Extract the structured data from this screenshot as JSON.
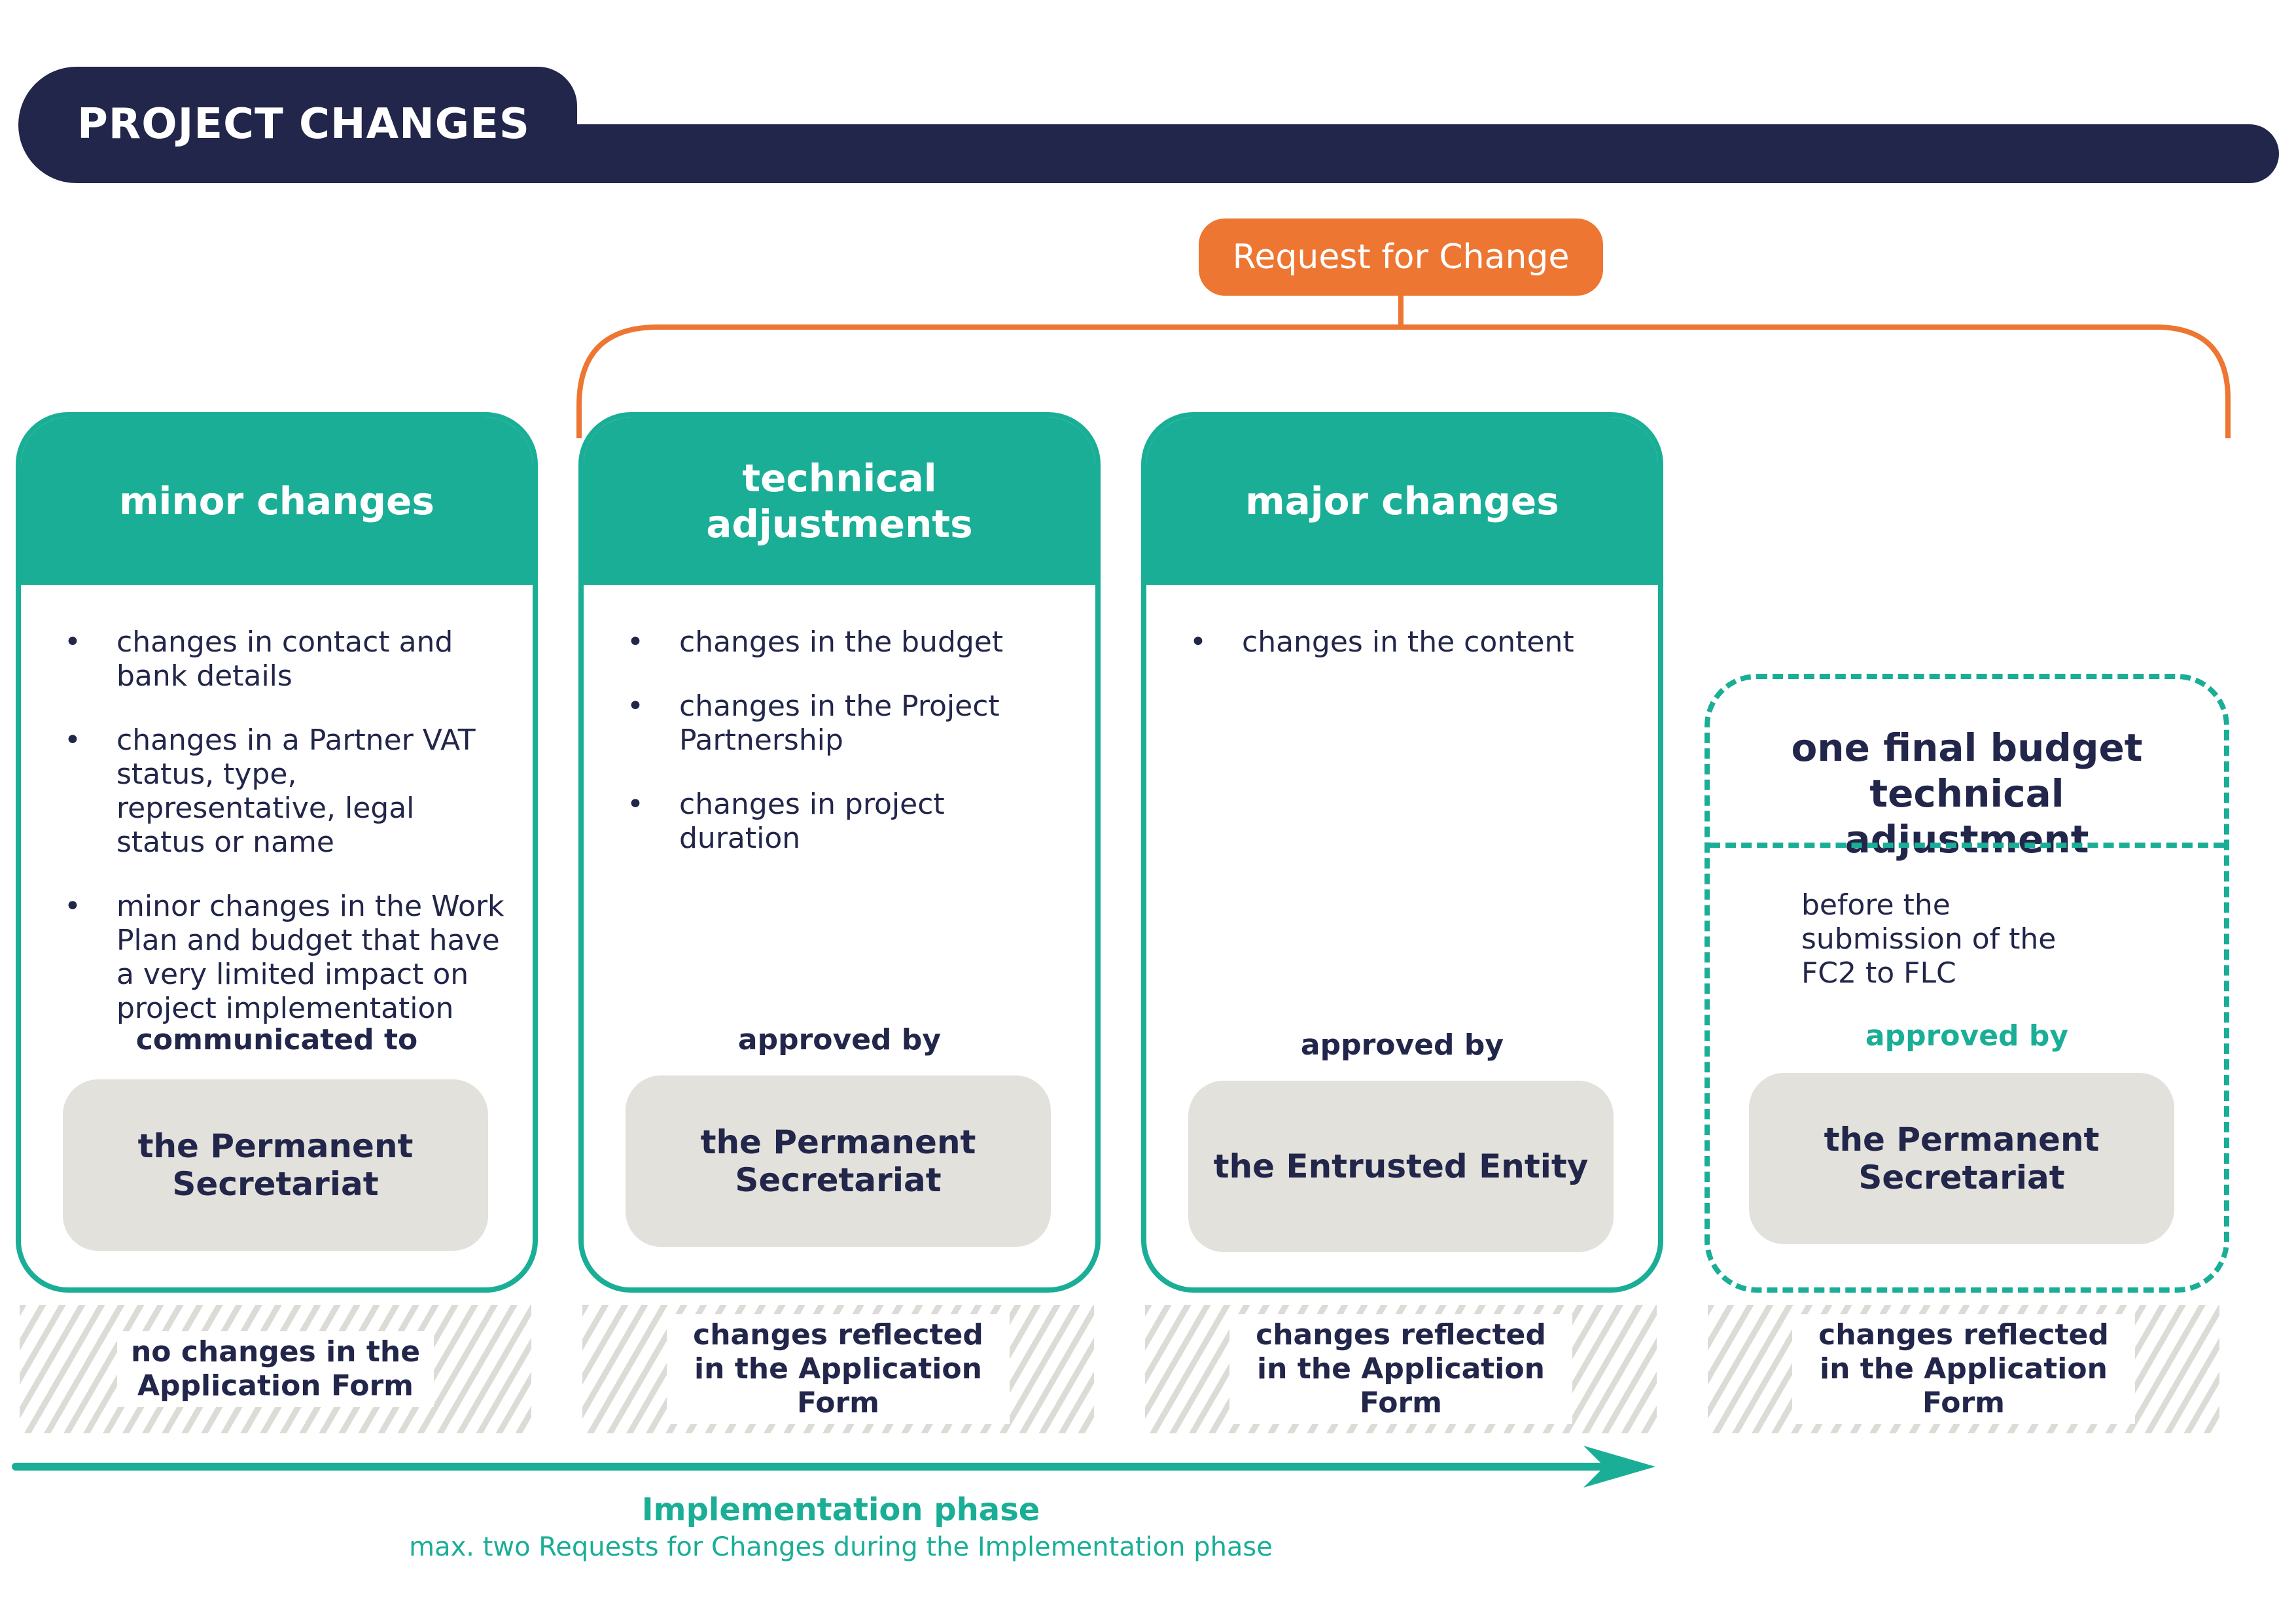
{
  "header": {
    "title": "PROJECT CHANGES"
  },
  "request": {
    "label": "Request for Change"
  },
  "cards": [
    {
      "title": "minor changes",
      "items": [
        "changes in contact and bank details",
        "changes in a Partner VAT status, type, representative, legal status or name",
        "minor changes in the Work Plan and budget that have a very limited impact on project implementation"
      ],
      "approval_label": "communicated to",
      "authority": "the Permanent Secretariat",
      "footer": "no changes in the Application Form"
    },
    {
      "title": "technical adjustments",
      "items": [
        "changes in the budget",
        "changes in the Project Partnership",
        "changes in project duration"
      ],
      "approval_label": "approved by",
      "authority": "the Permanent Secretariat",
      "footer": "changes reflected in the Application Form"
    },
    {
      "title": "major changes",
      "items": [
        "changes in the content"
      ],
      "approval_label": "approved by",
      "authority": "the Entrusted Entity",
      "footer": "changes reflected in the Application Form"
    },
    {
      "title": "one final budget technical adjustment",
      "note": "before the submission of the FC2 to FLC",
      "approval_label": "approved by",
      "authority": "the Permanent Secretariat",
      "footer": "changes reflected in the Application Form"
    }
  ],
  "bullet": "•",
  "implementation": {
    "title": "Implementation phase",
    "subtitle": "max. two Requests for Changes during the Implementation phase"
  },
  "colors": {
    "navy": "#22264a",
    "teal": "#1aae96",
    "orange": "#ed7632",
    "grey_box": "#e2e1dc",
    "hatch": "#dcdbd6"
  }
}
